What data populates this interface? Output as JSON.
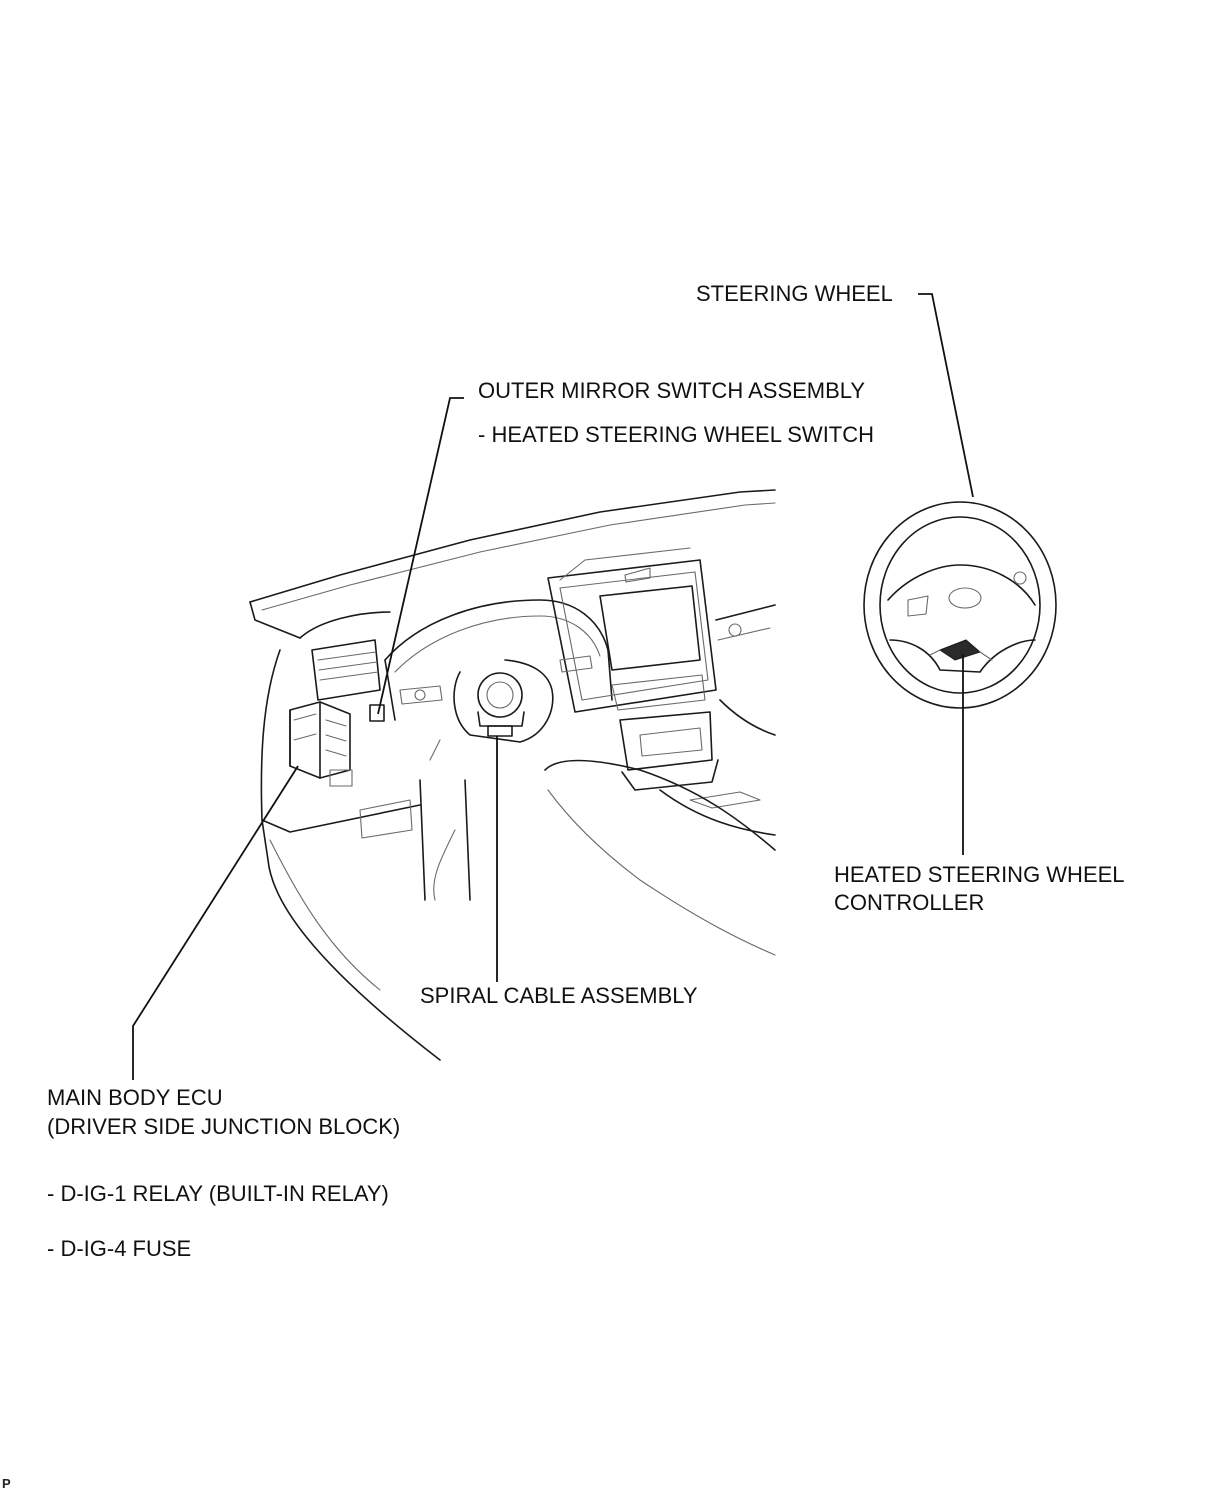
{
  "labels": {
    "steering_wheel": "STEERING WHEEL",
    "outer_mirror_switch": "OUTER MIRROR SWITCH ASSEMBLY",
    "heated_sw_switch": "- HEATED STEERING WHEEL SWITCH",
    "heated_sw_controller_1": "HEATED STEERING WHEEL",
    "heated_sw_controller_2": "CONTROLLER",
    "spiral_cable": "SPIRAL CABLE ASSEMBLY",
    "main_body_ecu_1": "MAIN BODY ECU",
    "main_body_ecu_2": "(DRIVER SIDE JUNCTION BLOCK)",
    "dig1_relay": "- D-IG-1 RELAY (BUILT-IN RELAY)",
    "dig4_fuse": "- D-IG-4 FUSE",
    "corner_mark": "P"
  }
}
